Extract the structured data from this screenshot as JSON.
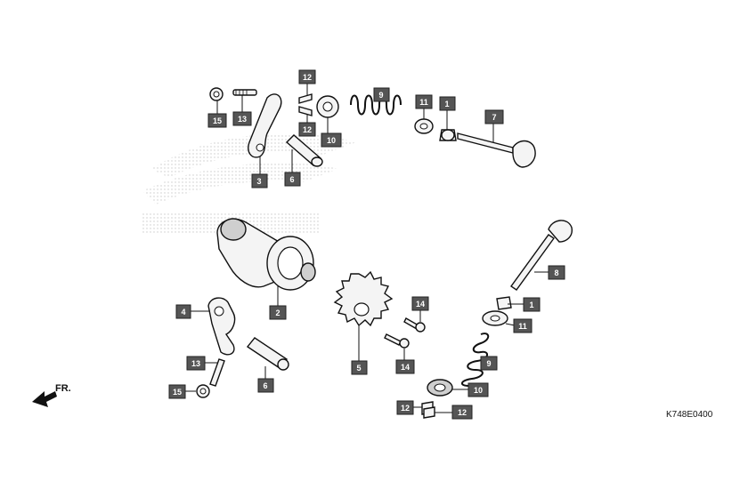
{
  "diagram": {
    "drawing_code": "K748E0400",
    "front_indicator": "FR.",
    "callouts": [
      "1",
      "1",
      "2",
      "3",
      "4",
      "5",
      "6",
      "6",
      "7",
      "8",
      "9",
      "9",
      "10",
      "10",
      "11",
      "11",
      "12",
      "12",
      "12",
      "12",
      "13",
      "13",
      "14",
      "14",
      "15",
      "15"
    ]
  }
}
